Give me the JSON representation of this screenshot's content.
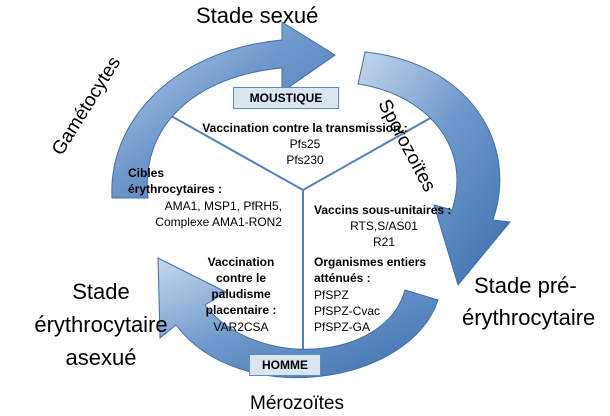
{
  "labels": {
    "top": "Stade sexué",
    "right_top_arc": "Sporozoïtes",
    "left_top_arc": "Gamétocytes",
    "right_stage_line1": "Stade pré-",
    "right_stage_line2": "érythrocytaire",
    "left_stage_line1": "Stade",
    "left_stage_line2": "érythrocytaire",
    "left_stage_line3": "asexué",
    "bottom": "Mérozoïtes"
  },
  "hosts": {
    "mosquito": "MOUSTIQUE",
    "human": "HOMME"
  },
  "sectors": {
    "transmission": {
      "title": "Vaccination contre la transmission :",
      "items": [
        "Pfs25",
        "Pfs230"
      ]
    },
    "erythrocyte": {
      "title_line1": "Cibles",
      "title_line2": "érythrocytaires :",
      "items": [
        "AMA1, MSP1, PfRH5,",
        "Complexe AMA1-RON2"
      ]
    },
    "placental": {
      "title_lines": [
        "Vaccination",
        "contre le",
        "paludisme",
        "placentaire :"
      ],
      "item": "VAR2CSA"
    },
    "subunit": {
      "title": "Vaccins sous-unitaires :",
      "items": [
        "RTS,S/AS01",
        "R21"
      ]
    },
    "whole": {
      "title_line1": "Organismes entiers",
      "title_line2": "atténués :",
      "items": [
        "PfSPZ",
        "PfSPZ-Cvac",
        "PfSPZ-GA"
      ]
    }
  },
  "colors": {
    "arrow_fill": "#4f81bd",
    "arrow_highlight": "#b9cde5",
    "divider": "#4f81bd",
    "box_fill": "#dbe5f1",
    "box_border": "#5b8cc4"
  }
}
